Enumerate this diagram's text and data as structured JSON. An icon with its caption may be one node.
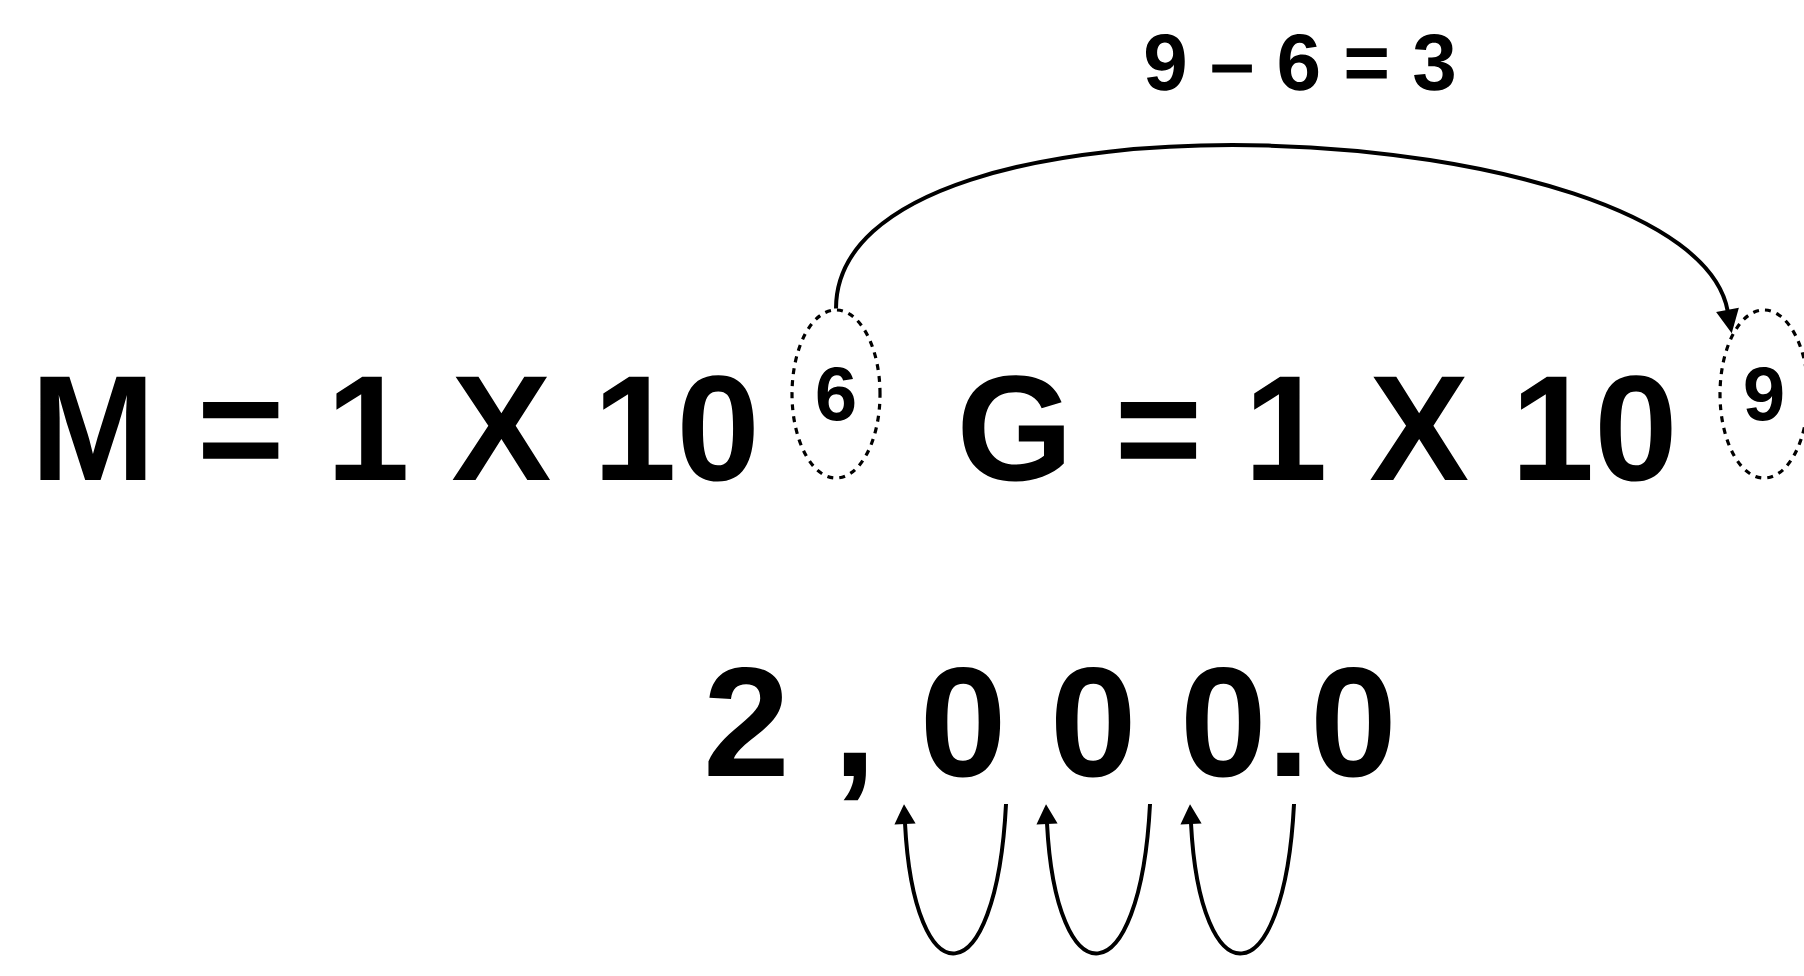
{
  "diagram": {
    "nodes": [
      {
        "text": [
          "6"
        ]
      },
      {
        "text": [
          "9"
        ]
      }
    ],
    "edges": [
      {
        "from": 0,
        "to": 1,
        "arrow": "to",
        "label": "9 – 6 = 3"
      }
    ],
    "labels": [
      "M = 1 X 10",
      "G = 1 X 10",
      "2 , 0 0 0.0"
    ]
  }
}
